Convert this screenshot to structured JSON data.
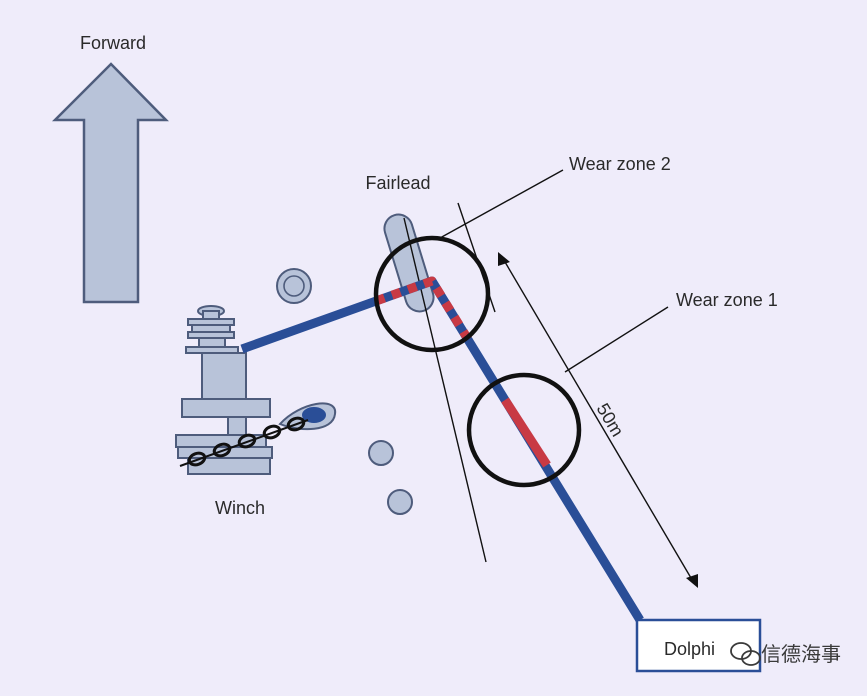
{
  "labels": {
    "forward": "Forward",
    "fairlead": "Fairlead",
    "wear_zone_2": "Wear zone 2",
    "wear_zone_1": "Wear zone 1",
    "distance": "50m",
    "winch": "Winch",
    "dolphin": "Dolphi"
  },
  "watermark": {
    "text": "信德海事"
  },
  "colors": {
    "background": "#efecfa",
    "component_fill": "#b8c3d9",
    "component_stroke": "#4e5c7c",
    "mooring_line": "#2a4e97",
    "wear_marking": "#c83a44",
    "zone_circle": "#111111"
  },
  "icons": {
    "forward": "up-arrow-icon",
    "watermark": "wechat-icon"
  }
}
